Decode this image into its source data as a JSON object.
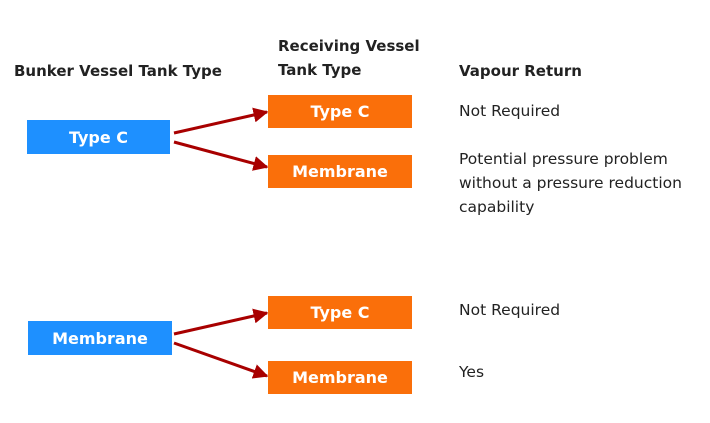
{
  "headers": {
    "bunker": "Bunker Vessel Tank Type",
    "receiving_line1": "Receiving Vessel",
    "receiving_line2": "Tank Type",
    "vapour": "Vapour Return"
  },
  "groups": [
    {
      "source": "Type C",
      "targets": [
        {
          "label": "Type C",
          "note_lines": [
            "Not Required"
          ]
        },
        {
          "label": "Membrane",
          "note_lines": [
            "Potential pressure problem",
            "without a pressure reduction",
            "capability"
          ]
        }
      ]
    },
    {
      "source": "Membrane",
      "targets": [
        {
          "label": "Type C",
          "note_lines": [
            "Not Required"
          ]
        },
        {
          "label": "Membrane",
          "note_lines": [
            "Yes"
          ]
        }
      ]
    }
  ],
  "colors": {
    "source_box": "#1e90ff",
    "target_box": "#fa6f0a",
    "arrow": "#a80000"
  }
}
